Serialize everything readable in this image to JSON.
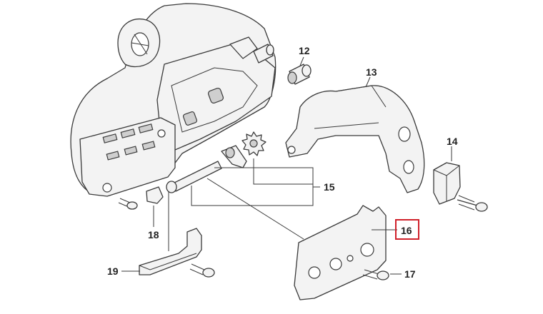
{
  "colors": {
    "highlight": "#d0202a",
    "line": "#3a3a3a",
    "label": "#222222"
  },
  "callouts": {
    "c12": "12",
    "c13": "13",
    "c14": "14",
    "c15": "15",
    "c16": "16",
    "c17": "17",
    "c18": "18",
    "c19": "19"
  },
  "highlighted_callout": "16"
}
